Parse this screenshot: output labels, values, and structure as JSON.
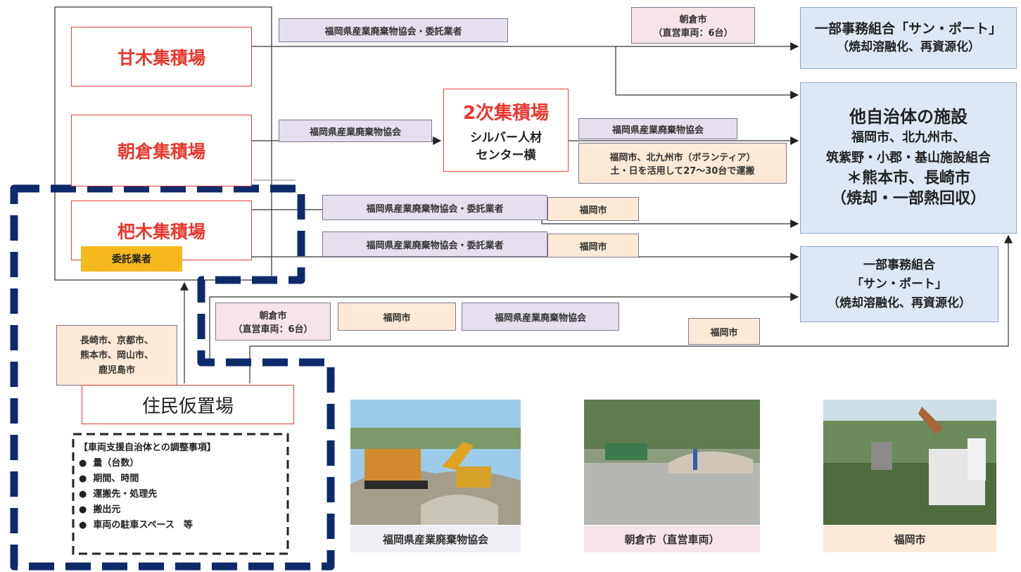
{
  "sites": {
    "amagi": "甘木集積場",
    "asakura": "朝倉集積場",
    "haki": "杷木集積場",
    "haki_badge": "委託業者"
  },
  "secondary": {
    "title": "2次集積場",
    "line1": "シルバー人材",
    "line2": "センター横"
  },
  "labels": {
    "top_route": "福岡県産業廃棄物協会・委託業者",
    "asakura_city_top_1": "朝倉市",
    "asakura_city_top_2": "（直営車両：6台）",
    "mid_route": "福岡県産業廃棄物協会",
    "sec_route": "福岡県産業廃棄物協会",
    "volunteer_1": "福岡市、北九州市（ボランティア）",
    "volunteer_2": "土・日を活用して27～30台で運搬",
    "haki_route_1": "福岡県産業廃棄物協会・委託業者",
    "haki_route_1_city": "福岡市",
    "haki_route_2": "福岡県産業廃棄物協会・委託業者",
    "haki_route_2_city": "福岡市",
    "res_asakura_1": "朝倉市",
    "res_asakura_2": "（直営車両：6台）",
    "res_fukuoka": "福岡市",
    "res_assoc": "福岡県産業廃棄物協会",
    "res_fukuoka_2": "福岡市",
    "support_cities_1": "長崎市、京都市、",
    "support_cities_2": "熊本市、岡山市、",
    "support_cities_3": "鹿児島市"
  },
  "destinations": {
    "sunport_top_1": "一部事務組合「サン・ポート」",
    "sunport_top_2": "（焼却溶融化、再資源化）",
    "other_title": "他自治体の施設",
    "other_1": "福岡市、北九州市、",
    "other_2": "筑紫野・小郡・基山施設組合",
    "other_3": "＊熊本市、長崎市",
    "other_4": "（焼却・一部熱回収）",
    "sunport_bottom_1": "一部事務組合",
    "sunport_bottom_2": "「サン・ポート」",
    "sunport_bottom_3": "（焼却溶融化、再資源化）"
  },
  "resident": {
    "title": "住民仮置場",
    "notes_title": "【車両支援自治体との調整事項】",
    "notes": [
      "量（台数）",
      "期間、時間",
      "運搬先・処理先",
      "搬出元",
      "車両の駐車スペース　等"
    ],
    "bullet": "●"
  },
  "photos": [
    {
      "caption": "福岡県産業廃棄物協会"
    },
    {
      "caption": "朝倉市（直営車両）"
    },
    {
      "caption": "福岡市"
    }
  ],
  "colors": {
    "site_red": "#e8382f",
    "navy_dash": "#0d2a6b",
    "purple_box": "#e6e0ee",
    "peach_box": "#fde9d5",
    "pink_box": "#f5e4e8",
    "blue_box": "#dde8f4",
    "badge_yellow": "#f6b81c"
  }
}
